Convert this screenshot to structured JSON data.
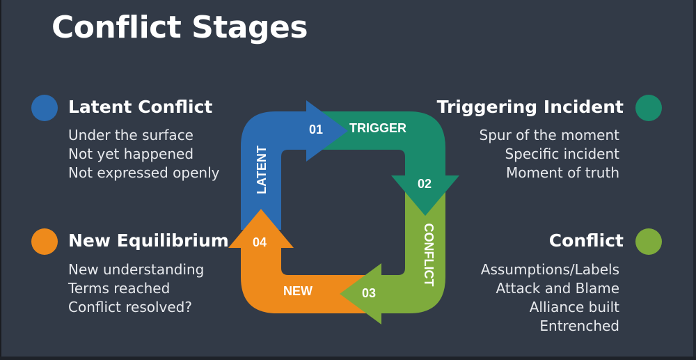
{
  "title": "Conflict Stages",
  "colors": {
    "latent": "#2b6bb0",
    "trigger": "#1a8a6c",
    "conflict": "#7eab3c",
    "new": "#ee8a1b",
    "background": "#323a47"
  },
  "stages": [
    {
      "key": "latent",
      "heading": "Latent Conflict",
      "number": "01",
      "cycle_label": "LATENT",
      "lines": [
        "Under the surface",
        "Not yet happened",
        "Not expressed openly"
      ]
    },
    {
      "key": "trigger",
      "heading": "Triggering Incident",
      "number": "02",
      "cycle_label": "TRIGGER",
      "lines": [
        "Spur of the moment",
        "Specific incident",
        "Moment of truth"
      ]
    },
    {
      "key": "conflict",
      "heading": "Conflict",
      "number": "03",
      "cycle_label": "CONFLICT",
      "lines": [
        "Assumptions/Labels",
        "Attack and Blame",
        "Alliance built",
        "Entrenched"
      ]
    },
    {
      "key": "new",
      "heading": "New Equilibrium",
      "number": "04",
      "cycle_label": "NEW",
      "lines": [
        "New understanding",
        "Terms reached",
        "Conflict resolved?"
      ]
    }
  ]
}
